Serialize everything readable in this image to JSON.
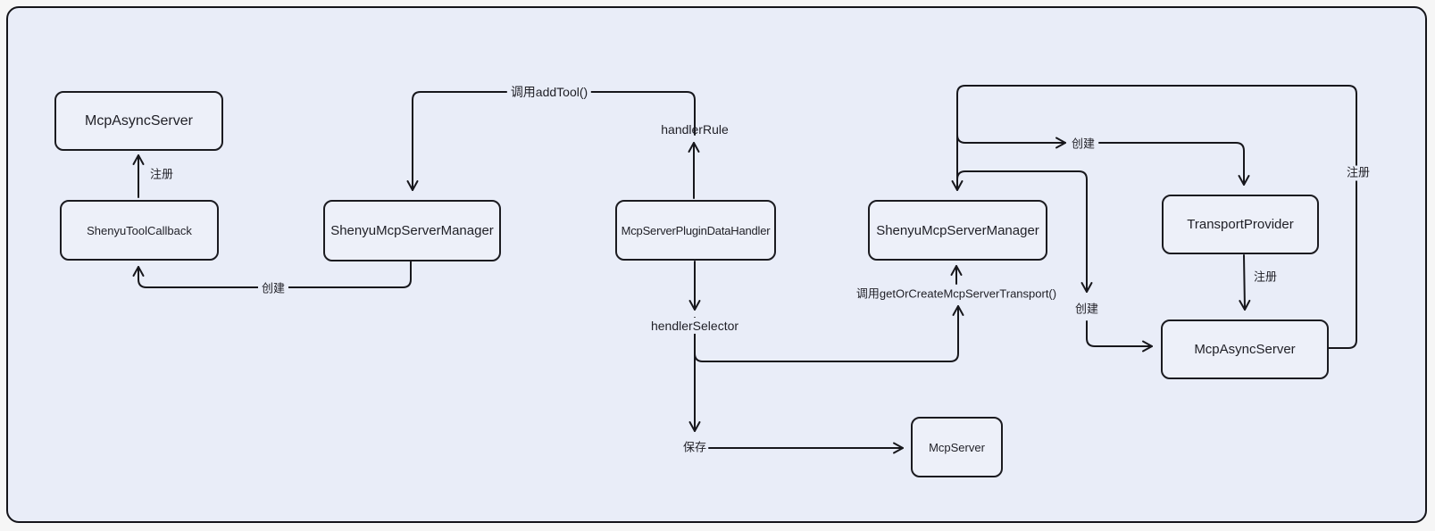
{
  "diagram": {
    "nodes": [
      {
        "id": "mcp-async-server-left",
        "label": "McpAsyncServer"
      },
      {
        "id": "shenyu-tool-callback",
        "label": "ShenyuToolCallback"
      },
      {
        "id": "shenyu-mcp-server-manager-left",
        "label": "ShenyuMcpServerManager"
      },
      {
        "id": "mcp-server-plugin-data-handler",
        "label": "McpServerPluginDataHandler"
      },
      {
        "id": "shenyu-mcp-server-manager-right",
        "label": "ShenyuMcpServerManager"
      },
      {
        "id": "transport-provider",
        "label": "TransportProvider"
      },
      {
        "id": "mcp-async-server-right",
        "label": "McpAsyncServer"
      },
      {
        "id": "mcp-server",
        "label": "McpServer"
      }
    ],
    "edge_labels": {
      "register_left": "注册",
      "create_left": "创建",
      "call_add_tool": "调用addTool()",
      "handler_rule": "handlerRule",
      "hendler_selector": "hendlerSelector",
      "save": "保存",
      "call_get_or_create": "调用getOrCreateMcpServerTransport()",
      "create_top_right": "创建",
      "create_mid_right": "创建",
      "register_far_right": "注册",
      "register_transport": "注册"
    },
    "colors": {
      "canvas": "#e9edf8",
      "stroke": "#17171c",
      "text": "#1f1f26",
      "page_bg": "#f6f6f6"
    }
  }
}
